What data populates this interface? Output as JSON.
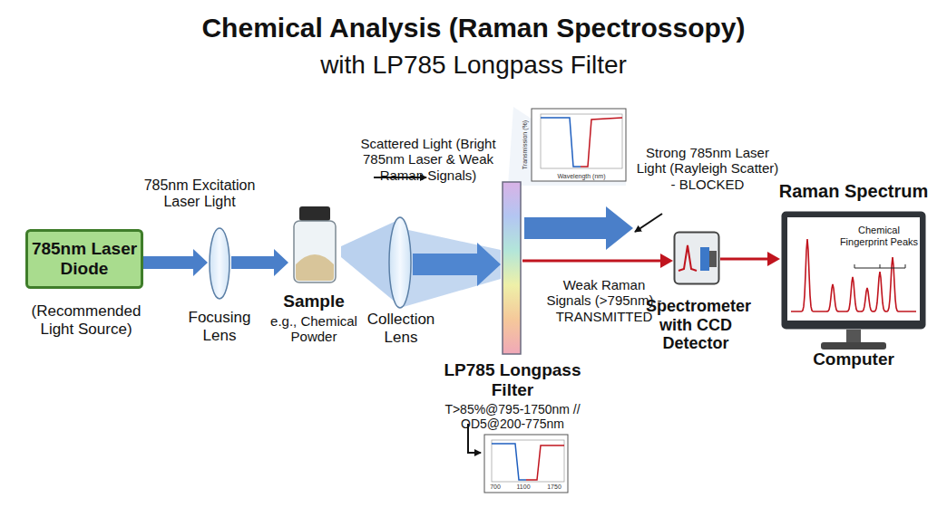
{
  "diagram": {
    "title": "Chemical Analysis (Raman Spectrossopy)",
    "nodes": [
      {
        "text": [
          "785nm Laser Diode",
          "(Recommended Light Source)"
        ]
      },
      {
        "text": [
          "Focusing Lens"
        ]
      },
      {
        "text": [
          "Sample",
          "e.g., Chemical Powder"
        ]
      },
      {
        "text": [
          "Collection Lens"
        ]
      },
      {
        "text": [
          "LP785 Longpass Filter",
          "T>85%@795-1750nm // OD5@200-775nm"
        ]
      },
      {
        "text": [
          "Spectrometer with CCD Detector"
        ]
      },
      {
        "text": [
          "Raman Spectrum",
          "Chemical Fingerprint Peaks",
          "Computer"
        ]
      }
    ],
    "edges": [
      {
        "from": 0,
        "to": 1,
        "arrow": "to",
        "label": "785nm Excitation Laser Light"
      },
      {
        "from": 1,
        "to": 2,
        "arrow": "to"
      },
      {
        "from": 2,
        "to": 3,
        "arrow": "none"
      },
      {
        "from": 3,
        "to": 4,
        "arrow": "to",
        "label": "Scattered Light (Bright 785nm Laser & Weak Raman Signals)"
      },
      {
        "from": 4,
        "to": 5,
        "arrow": "to",
        "label": "Weak Raman Signals (>795nm) - TRANSMITTED"
      },
      {
        "from": 5,
        "to": 6,
        "arrow": "to"
      }
    ],
    "labels": [
      "with LP785 Longpass Filter",
      "Strong 785nm Laser Light (Rayleigh Scatter) - BLOCKED",
      "Transmission (%)",
      "Wavelength (nm)",
      "700",
      "1100",
      "1750"
    ]
  }
}
